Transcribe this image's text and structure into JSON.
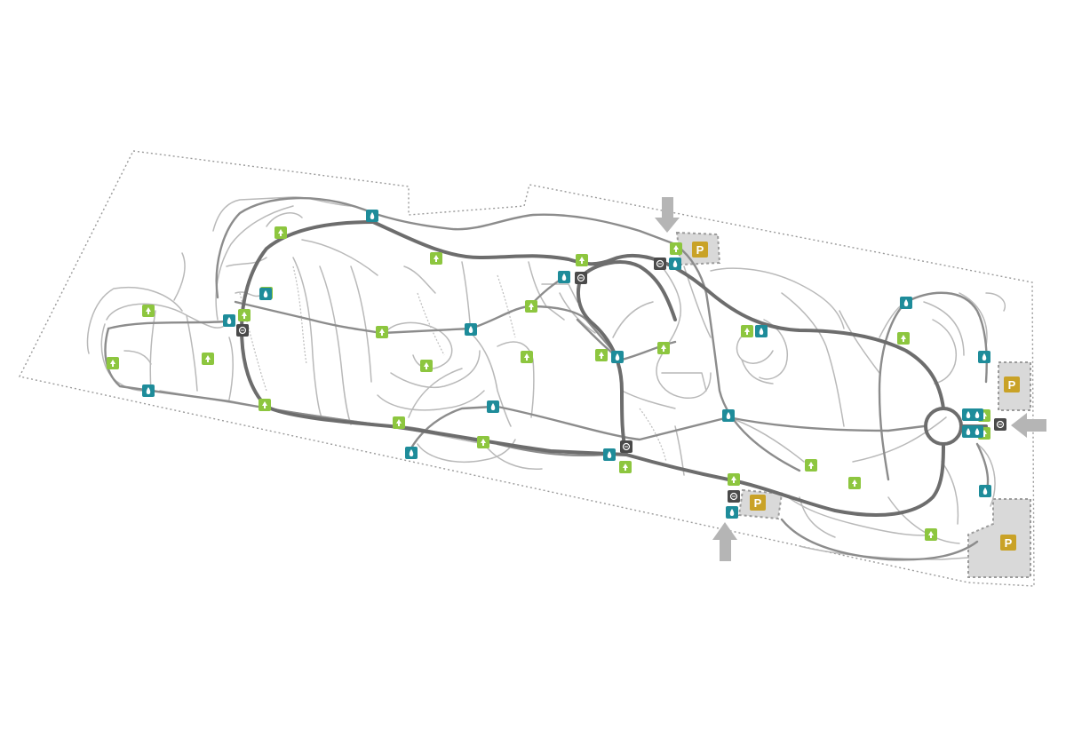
{
  "map": {
    "colors": {
      "main_road": "#6d6d6d",
      "secondary_road": "#8c8c8c",
      "footpath": "#b9b9b9",
      "boundary": "#9a9a9a",
      "green_marker": "#8dc63f",
      "teal_marker": "#1e8c9a",
      "dark_marker": "#4a4a4a",
      "parking": "#c9a227",
      "parking_area": "#d9d9d9",
      "entrance_arrow": "#b5b5b5"
    },
    "marker_icons": {
      "green": "tree-icon",
      "teal": "info-drop-icon",
      "dark": "entrance-gate-icon",
      "parking": "parking-icon",
      "arrow": "entrance-arrow-icon"
    },
    "parking_label": "P",
    "parking_lots": [
      "P",
      "P",
      "P",
      "P"
    ],
    "entrances": [
      "north",
      "east",
      "south"
    ]
  }
}
